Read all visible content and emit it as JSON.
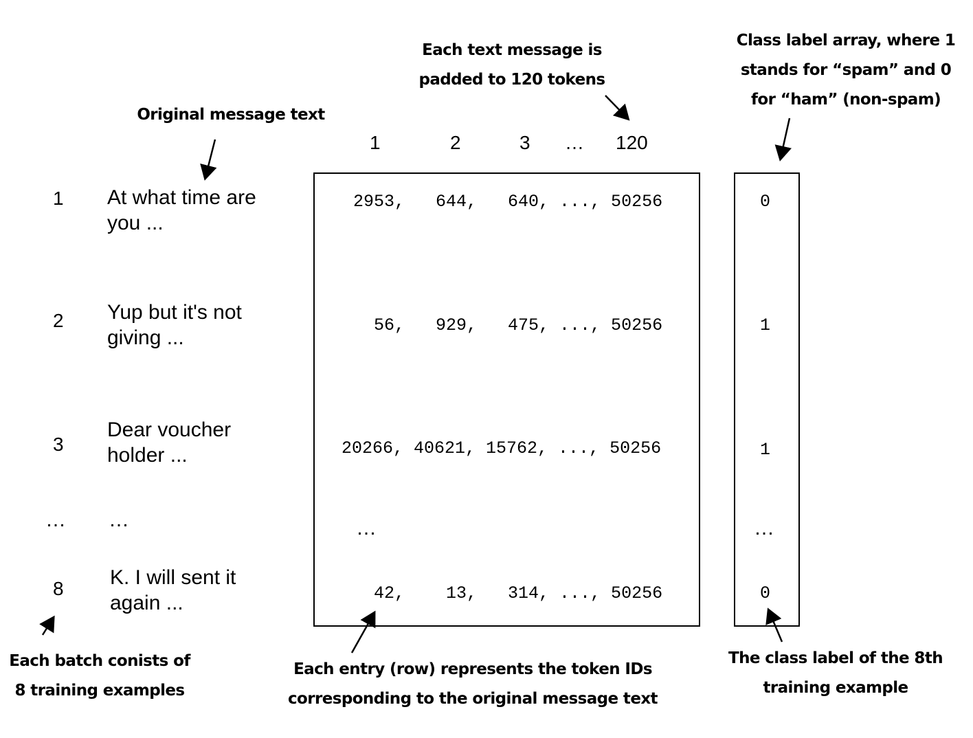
{
  "annotations": {
    "padding": [
      "Each text message is",
      "padded to 120 tokens"
    ],
    "class_label": [
      "Class label array, where 1",
      "stands for “spam” and 0",
      "for “ham” (non-spam)"
    ],
    "original_text": "Original message text",
    "batch": [
      "Each batch conists of",
      "8 training examples"
    ],
    "entry": [
      "Each entry (row) represents the token IDs",
      "corresponding to the original message text"
    ],
    "eighth_label": [
      "The class label of the 8th",
      "training example"
    ]
  },
  "token_columns": [
    "1",
    "2",
    "3",
    "…",
    "120"
  ],
  "rows": [
    {
      "index": "1",
      "text": [
        "At what time are",
        "you ..."
      ],
      "tokens": "2953,   644,   640, ..., 50256",
      "label": "0"
    },
    {
      "index": "2",
      "text": [
        "Yup but it's not",
        "giving ..."
      ],
      "tokens": "  56,   929,   475, ..., 50256",
      "label": "1"
    },
    {
      "index": "3",
      "text": [
        "Dear voucher",
        "holder ..."
      ],
      "tokens": "20266, 40621, 15762, ..., 50256",
      "label": "1"
    },
    {
      "index": "8",
      "text": [
        "K. I will sent it",
        "again ..."
      ],
      "tokens": "  42,    13,   314, ..., 50256",
      "label": "0"
    }
  ],
  "ellipsis": "…"
}
